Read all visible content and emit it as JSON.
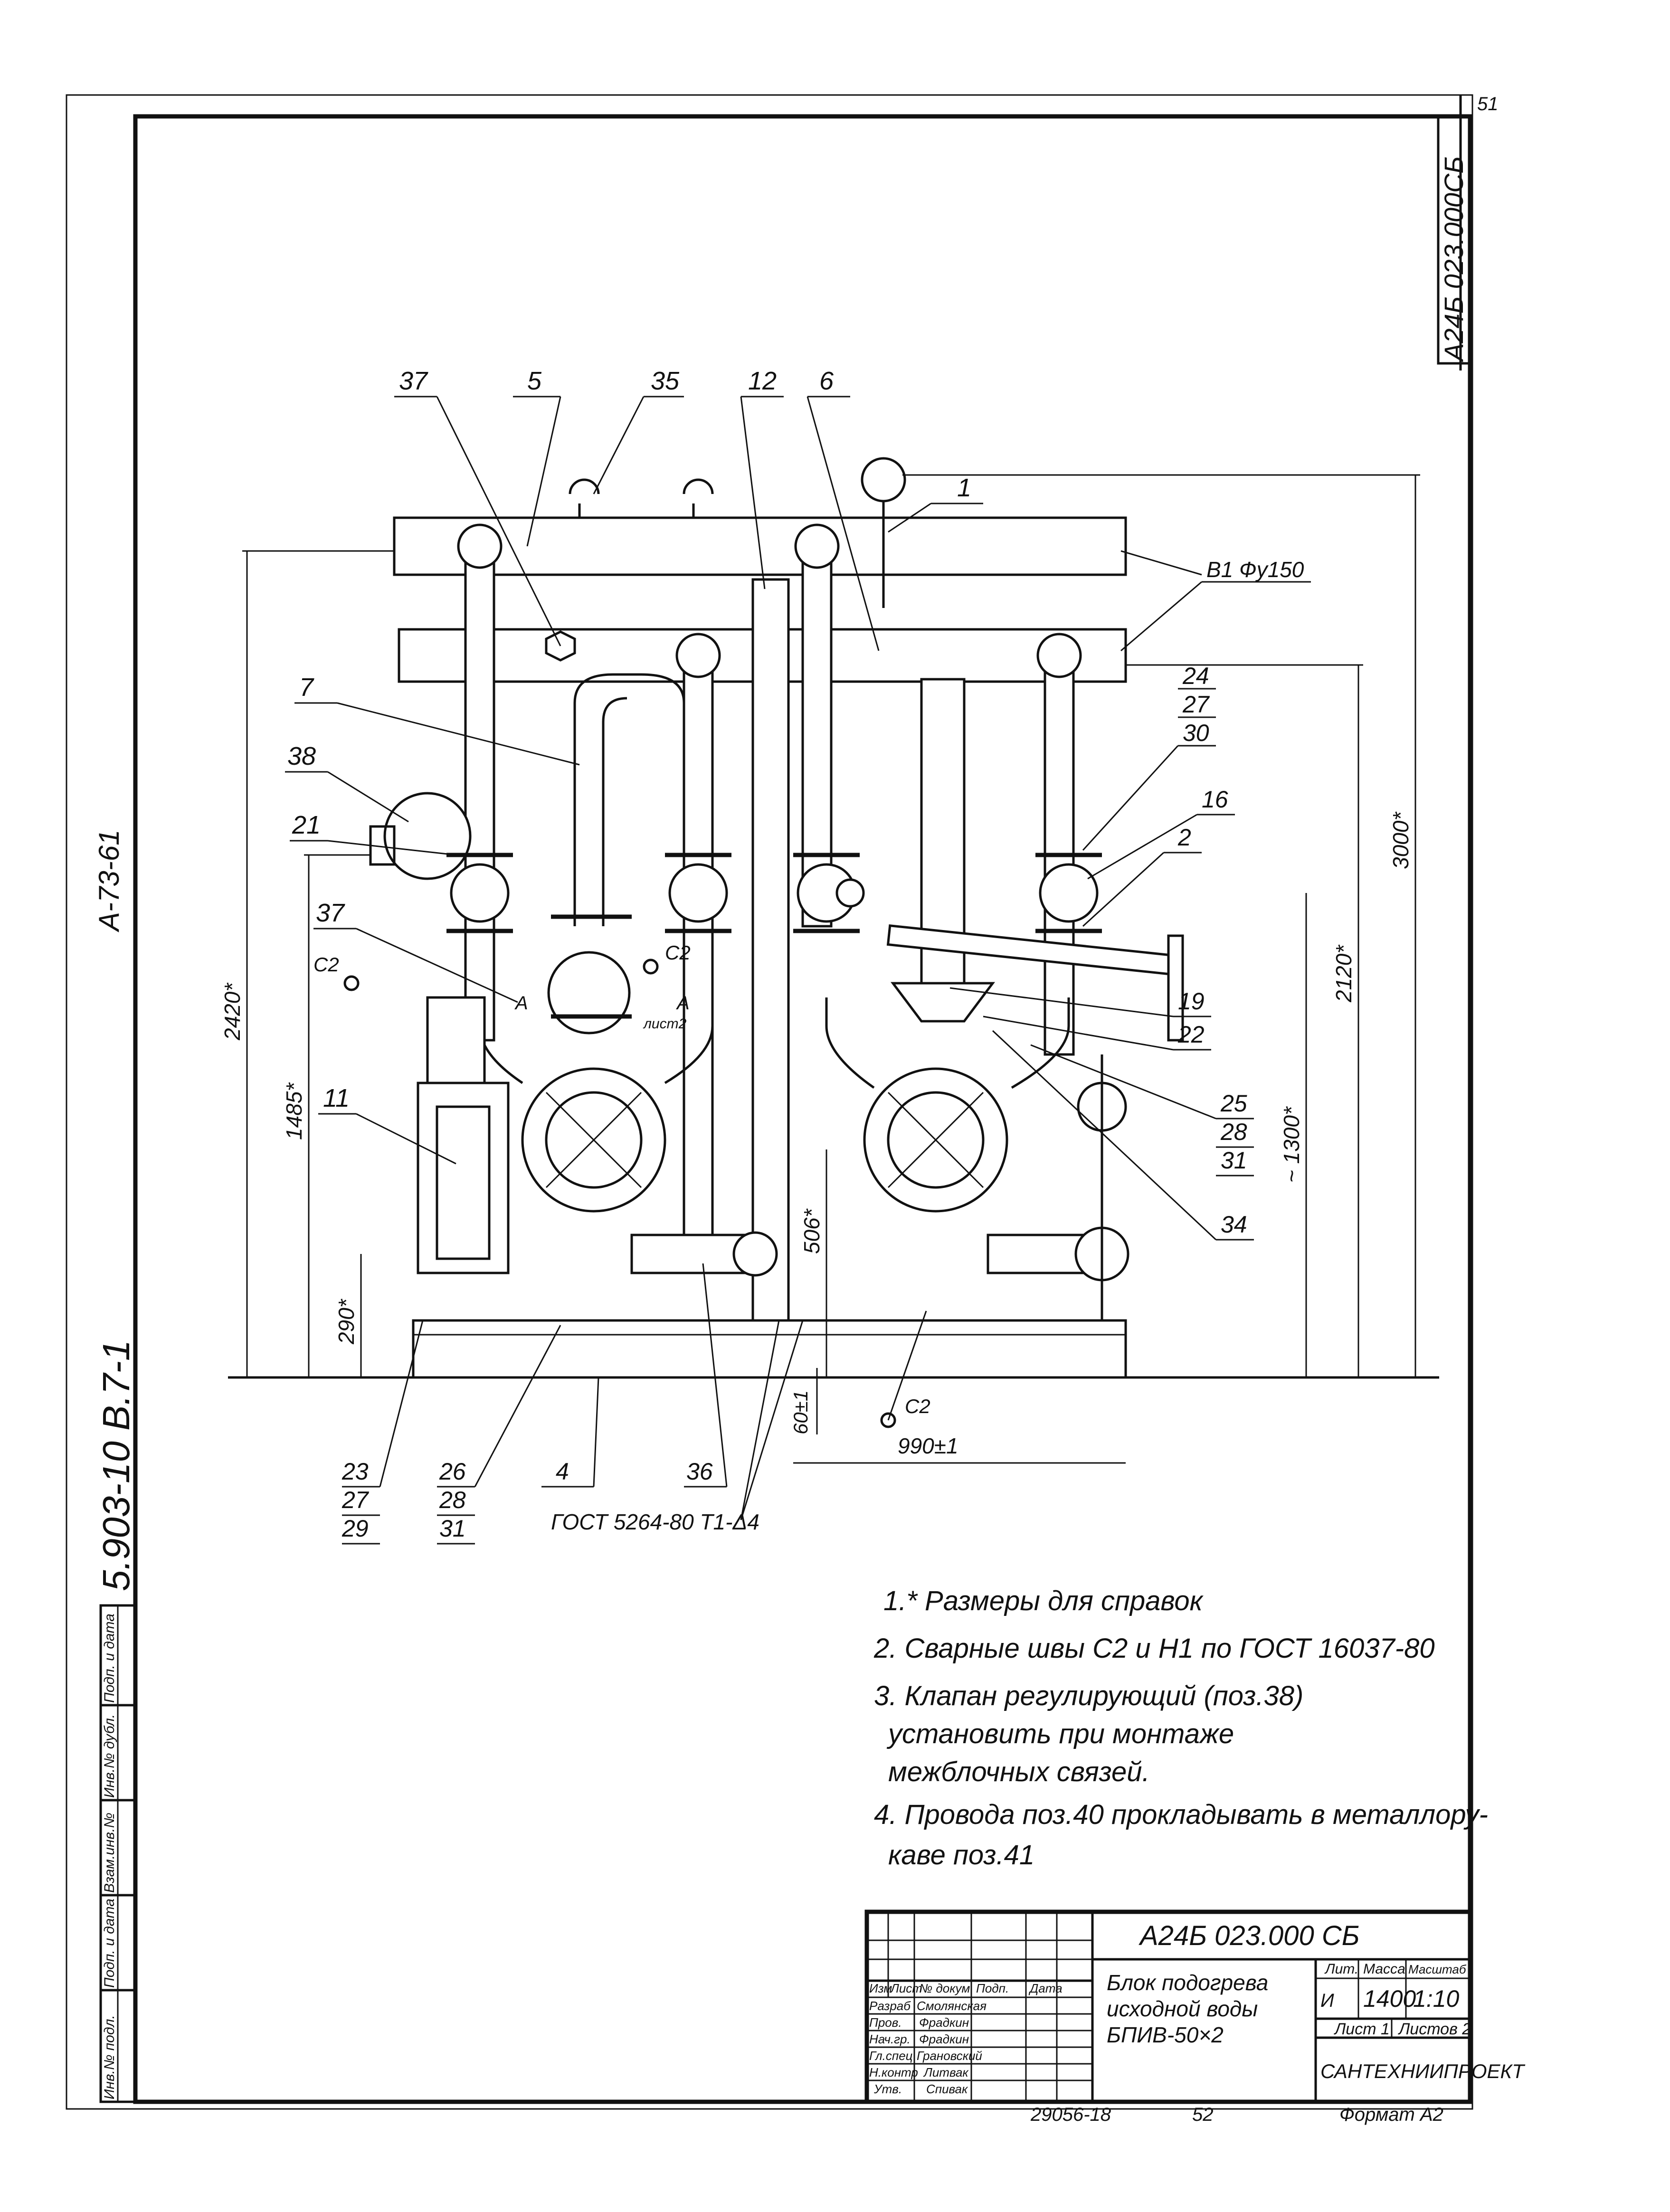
{
  "sheet_number": "51",
  "drawing_code": "А24Б 023.000СБ",
  "side_code": "5.903-10 В.7-1",
  "side_code_2": "А-73-61",
  "callouts_top": [
    "37",
    "5",
    "35",
    "12",
    "6",
    "1"
  ],
  "callouts_left": [
    "7",
    "38",
    "21",
    "37",
    "11"
  ],
  "callouts_right": [
    "24",
    "27",
    "30",
    "16",
    "2",
    "19",
    "22",
    "25",
    "28",
    "31",
    "34"
  ],
  "callouts_bottom": [
    "23",
    "27",
    "29",
    "26",
    "28",
    "31",
    "4",
    "36"
  ],
  "weld_label": "ГОСТ 5264-80 Т1-Δ4",
  "pipe_label": "В1 Фу150",
  "weld_marks": [
    "С2",
    "С2",
    "С2"
  ],
  "section_marks": [
    "А",
    "А",
    "лист2"
  ],
  "dimensions": {
    "d2420": "2420*",
    "d1485": "1485*",
    "d290": "290*",
    "d3000": "3000*",
    "d2120": "2120*",
    "d1300": "~ 1300*",
    "d506": "506*",
    "d60": "60±1",
    "d990": "990±1"
  },
  "notes": [
    "1.* Размеры для справок",
    "2. Сварные швы С2 и Н1 по ГОСТ 16037-80",
    "3. Клапан регулирующий (поз.38)",
    "установить при монтаже",
    "межблочных связей.",
    "4. Провода поз.40 прокладывать в металлору-",
    "каве поз.41"
  ],
  "title_block": {
    "designation": "А24Б 023.000 СБ",
    "name_lines": [
      "Блок подогрева",
      "исходной воды",
      "БПИВ-50×2"
    ],
    "col_headers": [
      "Изм",
      "Лист",
      "№ докум.",
      "Подп.",
      "Дата"
    ],
    "roles": [
      "Разраб",
      "Пров.",
      "Нач.гр.",
      "Гл.спец",
      "Н.контр",
      "Утв."
    ],
    "people": [
      "Смолянская",
      "Фрадкин",
      "Фрадкин",
      "Грановский",
      "Литвак",
      "Спивак"
    ],
    "lit_label": "Лит.",
    "lit_value": "И",
    "mass_label": "Масса",
    "mass_value": "1400",
    "scale_label": "Масштаб",
    "scale_value": "1:10",
    "sheet_label": "Лист 1",
    "sheets_label": "Листов 2",
    "organization": "САНТЕХНИИПРОЕКТ"
  },
  "left_stamp": [
    "Инв.№ подл.",
    "Подп. и дата",
    "Взам.инв.№",
    "Инв.№ дубл.",
    "Подп. и дата"
  ],
  "footer": {
    "archive_number": "29056-18",
    "page": "52",
    "format": "Формат А2"
  }
}
